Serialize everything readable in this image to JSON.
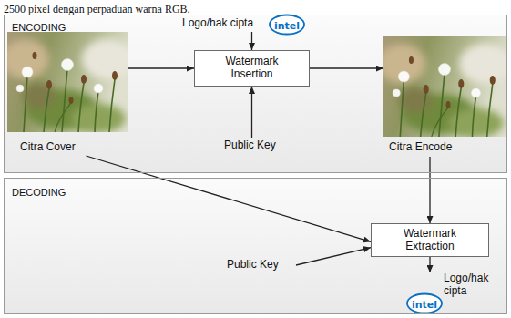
{
  "diagram": {
    "nodes": [
      {
        "text": [
          "ENCODING"
        ]
      },
      {
        "text": [
          "Citra Cover"
        ],
        "in": 0
      },
      {
        "text": [
          "Logo/hak cipta"
        ],
        "in": 0
      },
      {
        "text": [
          "Watermark Insertion"
        ],
        "in": 0
      },
      {
        "text": [
          "Public Key"
        ],
        "in": 0
      },
      {
        "text": [
          "Citra Encode"
        ],
        "in": 0
      },
      {
        "text": [
          "DECODING"
        ]
      },
      {
        "text": [
          "Watermark Extraction"
        ],
        "in": 6
      },
      {
        "text": [
          "Public Key"
        ],
        "in": 6
      },
      {
        "text": [
          "Logo/hak cipta"
        ],
        "in": 6
      }
    ],
    "edges": [
      {
        "from": 1,
        "to": 3,
        "arrow": "to"
      },
      {
        "from": 2,
        "to": 3,
        "arrow": "to"
      },
      {
        "from": 4,
        "to": 3,
        "arrow": "to"
      },
      {
        "from": 3,
        "to": 5,
        "arrow": "to"
      },
      {
        "from": 5,
        "to": 7,
        "arrow": "to"
      },
      {
        "from": 1,
        "to": 7,
        "arrow": "to"
      },
      {
        "from": 8,
        "to": 7,
        "arrow": "to"
      },
      {
        "from": 7,
        "to": 9,
        "arrow": "to"
      }
    ],
    "labels": [
      "2500 pixel dengan perpaduan warna RGB.",
      "intel",
      "intel"
    ]
  }
}
